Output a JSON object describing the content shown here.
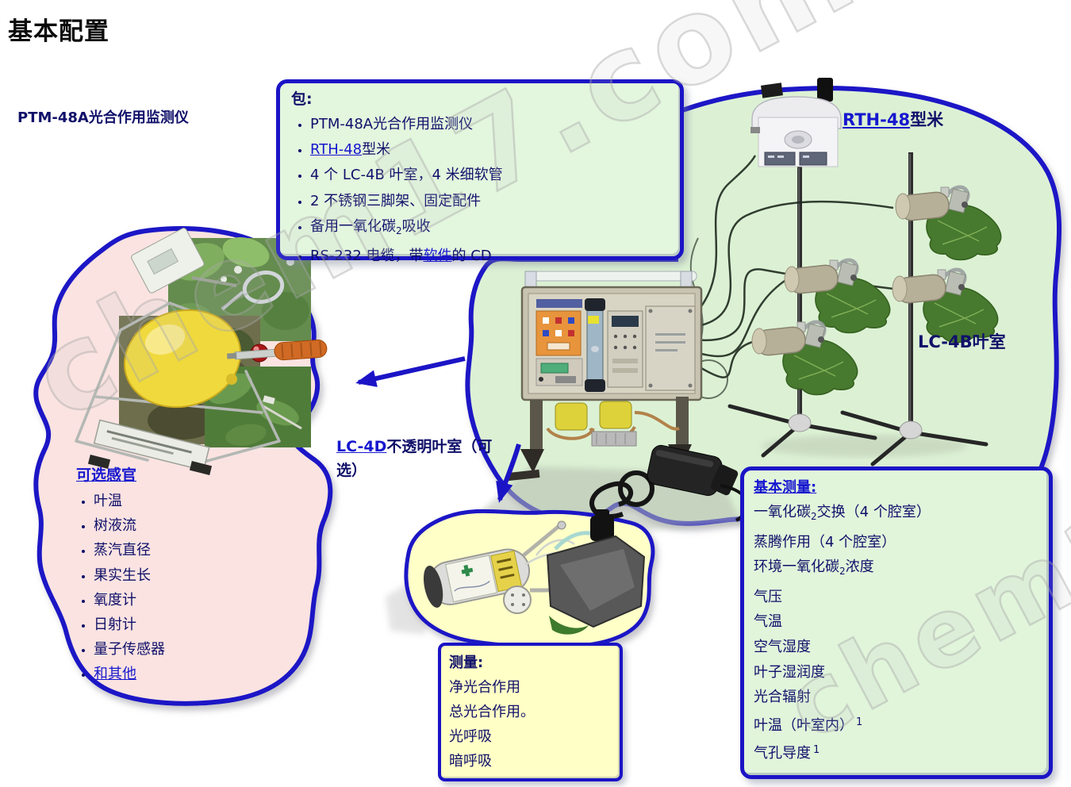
{
  "title": "基本配置",
  "watermark": "chem17.com",
  "labels": {
    "ptm": "PTM-48A光合作用监测仪",
    "rth_link": "RTH-48",
    "rth_suffix": "型米",
    "lc4b": "LC-4B叶室",
    "lc4d_link": "LC-4D",
    "lc4d_suffix": "不透明叶室（可选）"
  },
  "package_box": {
    "heading": "包:",
    "item1": "PTM-48A光合作用监测仪",
    "item2_link": "RTH-48",
    "item2_suffix": "型米",
    "item3": "4 个 LC-4B 叶室，4 米细软管",
    "item4": "2 不锈钢三脚架、固定配件",
    "item5_pre": "备用一氧化碳",
    "item5_sub": "2",
    "item5_suffix": "吸收",
    "item6_pre": "RS-232 电缆，带",
    "item6_link": "软件",
    "item6_suffix": "的 CD"
  },
  "optional_sensors": {
    "heading": "可选感官",
    "items": [
      "叶温",
      "树液流",
      "蒸汽直径",
      "果实生长",
      "氧度计",
      "日射计",
      "量子传感器"
    ],
    "more_link": "和其他"
  },
  "measure_box": {
    "heading": "测量:",
    "items": [
      "净光合作用",
      "总光合作用。",
      "光呼吸",
      "暗呼吸"
    ]
  },
  "basic_box": {
    "heading": "基本测量: ",
    "item1_pre": "一氧化碳",
    "item1_sub": "2",
    "item1_suffix": "交换（4 个腔室）",
    "item2": "蒸腾作用（4 个腔室）",
    "item3_pre": "环境一氧化碳",
    "item3_sub": "2",
    "item3_suffix": "浓度",
    "item4": "气压",
    "item5": "气温",
    "item6": "空气湿度",
    "item7": "叶子湿润度",
    "item8": "光合辐射",
    "item9_pre": "叶温（叶室内）",
    "item9_sup": "1",
    "item10_pre": "气孔导度",
    "item10_sup": "1"
  },
  "colors": {
    "border_blue": "#1b14c6",
    "text_navy": "#10106a",
    "link_blue": "#1717cf",
    "green_bg": "#e1f5db",
    "pink_bg": "#fae3e1",
    "yellow_bg": "#ffffc6"
  }
}
